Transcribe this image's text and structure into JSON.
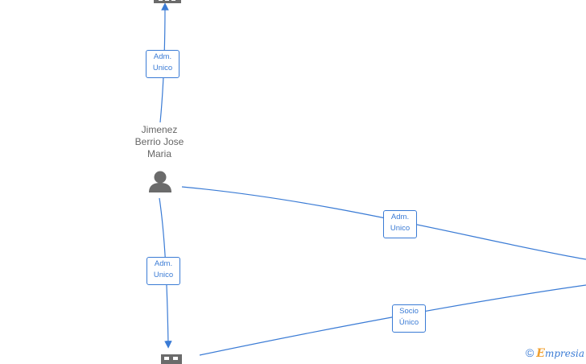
{
  "person": {
    "name_lines": [
      "Jimenez",
      "Berrio Jose",
      "Maria"
    ]
  },
  "relationships": [
    {
      "id": "top",
      "lines": [
        "Adm.",
        "Unico"
      ]
    },
    {
      "id": "right",
      "lines": [
        "Adm.",
        "Unico"
      ]
    },
    {
      "id": "down",
      "lines": [
        "Adm.",
        "Unico"
      ]
    },
    {
      "id": "socio",
      "lines": [
        "Socio",
        "Único"
      ]
    }
  ],
  "watermark": {
    "copyright": "©",
    "brand_initial": "E",
    "brand_rest": "mpresia"
  },
  "colors": {
    "edge": "#3a7bd5",
    "icon": "#6b6b6b",
    "text": "#666666",
    "brand_accent": "#f0a030"
  }
}
